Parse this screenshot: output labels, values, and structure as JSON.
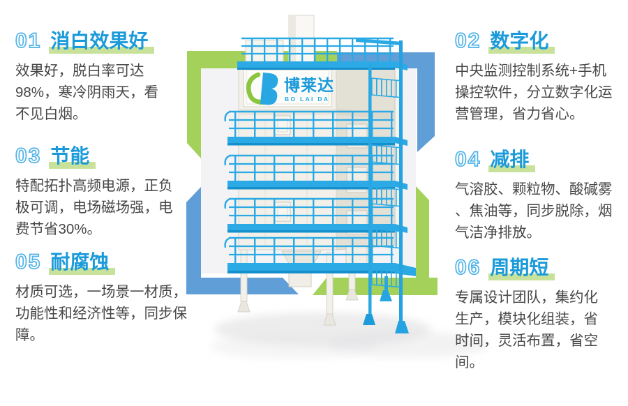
{
  "features": [
    {
      "number": "01",
      "title": "消白效果好",
      "description": "效果好，脱白率可达\n98%，寒冷阴雨天，看\n不见白烟。"
    },
    {
      "number": "02",
      "title": "数字化",
      "description": "中央监测控制系统+手机\n操控软件，分立数字化运\n营管理，省力省心。"
    },
    {
      "number": "03",
      "title": "节能",
      "description": "特配拓扑高频电源，正负\n极可调，电场磁场强，电\n费节省30%。"
    },
    {
      "number": "04",
      "title": "减排",
      "description": "气溶胶、颗粒物、酸碱雾\n、焦油等，同步脱除，烟\n气洁净排放。"
    },
    {
      "number": "05",
      "title": "耐腐蚀",
      "description": "材质可选，一场景一材质，\n功能性和经济性等，同步保\n障。"
    },
    {
      "number": "06",
      "title": "周期短",
      "description": "专属设计团队，集约化\n生产，模块化组装，省\n时间，灵活布置，省空\n间。"
    }
  ],
  "product_logo": {
    "name_cn": "博莱达",
    "name_en": "BO LAI DA"
  },
  "colors": {
    "heading_blue": "#1b9ada",
    "number_outline_blue": "#4fb3e8",
    "underline_green": "#c9e29b",
    "background_green": "#a3d159",
    "background_blue": "#5f9ed6",
    "pipe_blue": "#2aa9e4",
    "body_text_gray": "#474747",
    "machine_body": "#f2f0e9"
  }
}
